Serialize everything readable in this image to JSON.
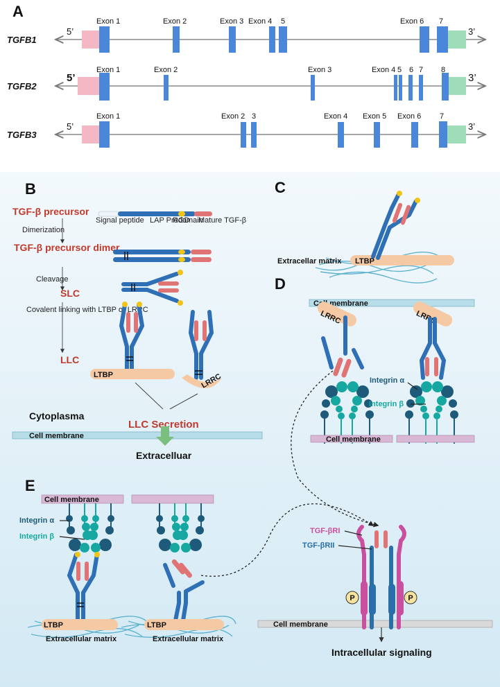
{
  "panels": {
    "a": "A",
    "b": "B",
    "c": "C",
    "d": "D",
    "e": "E"
  },
  "colors": {
    "exon": "#4a86d9",
    "utr5": "#f4b8c4",
    "utr3": "#9fdcb8",
    "gene_label": "#111111",
    "red_label": "#c0392b",
    "integrin_alpha": "#1e5a7a",
    "integrin_beta": "#16a8a0",
    "receptor_pink": "#c9509e",
    "receptor_blue": "#2a6fa8",
    "ltbp": "#f5c9a3",
    "membrane": "#b7dde8",
    "membrane_pink": "#d9b8d6",
    "bg_top": "#eef6fb",
    "bg_bottom": "#d6ebf5"
  },
  "gene_map": {
    "end5": "5’",
    "end3": "3’",
    "genes": [
      {
        "name": "TGFB1",
        "labels": [
          "Exon 1",
          "Exon 2",
          "Exon 3",
          "Exon 4",
          "5",
          "Exon 6",
          "7"
        ]
      },
      {
        "name": "TGFB2",
        "labels": [
          "Exon 1",
          "Exon 2",
          "Exon 3",
          "Exon 4",
          "5",
          "6",
          "7",
          "8"
        ]
      },
      {
        "name": "TGFB3",
        "labels": [
          "Exon 1",
          "Exon 2",
          "3",
          "Exon 4",
          "Exon 5",
          "Exon 6",
          "7"
        ]
      }
    ]
  },
  "panel_b": {
    "steps": [
      "TGF-β precursor",
      "TGF-β precursor dimer",
      "SLC",
      "LLC"
    ],
    "arrows": [
      "Dimerization",
      "Cleavage",
      "Covalent linking with LTBP or LRRC"
    ],
    "domains": [
      "Signal peptide",
      "LAP Prodomain",
      "RGD",
      "Mature TGF-β"
    ],
    "ltbp": "LTBP",
    "lrrc": "LRRC",
    "cytoplasma": "Cytoplasma",
    "secretion": "LLC Secretion",
    "membrane": "Cell membrane",
    "extracellular": "Extracelluar"
  },
  "panel_c": {
    "ecm": "Extracellar matrix",
    "ltbp": "LTBP"
  },
  "panel_d": {
    "membrane_top": "Cell membrane",
    "lrrc": "LRRC",
    "integrin_a": "Integrin α",
    "integrin_b": "Integrin β",
    "membrane_bottom": "Cell membrane"
  },
  "panel_e": {
    "membrane": "Cell membrane",
    "integrin_a": "Integrin α",
    "integrin_b": "Integrin β",
    "ltbp": "LTBP",
    "ecm": "Extracellular matrix"
  },
  "receptor": {
    "r1": "TGF-βRI",
    "r2": "TGF-βRII",
    "phospho": "P",
    "membrane": "Cell membrane",
    "signaling": "Intracellular signaling"
  }
}
